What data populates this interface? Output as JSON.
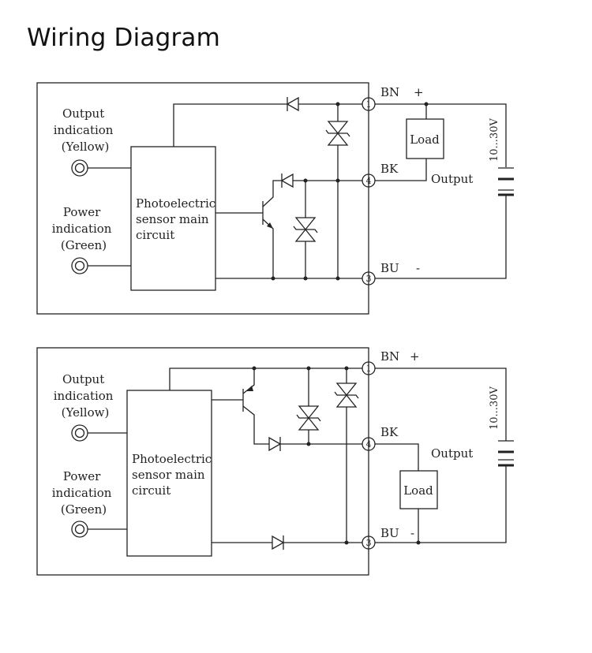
{
  "title": "Wiring Diagram",
  "diagrams": [
    {
      "output_indication": [
        "Output",
        "indication",
        "(Yellow)"
      ],
      "power_indication": [
        "Power",
        "indication",
        "(Green)"
      ],
      "main_circuit": [
        "Photoelectric",
        "sensor main",
        "circuit"
      ],
      "pins": [
        "1",
        "4",
        "3"
      ],
      "wires": [
        "BN",
        "BK",
        "BU"
      ],
      "signs": [
        "+",
        "-"
      ],
      "load": "Load",
      "output_label": "Output",
      "voltage": "10...30V"
    },
    {
      "output_indication": [
        "Output",
        "indication",
        "(Yellow)"
      ],
      "power_indication": [
        "Power",
        "indication",
        "(Green)"
      ],
      "main_circuit": [
        "Photoelectric",
        "sensor main",
        "circuit"
      ],
      "pins": [
        "1",
        "4",
        "3"
      ],
      "wires": [
        "BN",
        "BK",
        "BU"
      ],
      "signs": [
        "+",
        "-"
      ],
      "load": "Load",
      "output_label": "Output",
      "voltage": "10...30V"
    }
  ]
}
